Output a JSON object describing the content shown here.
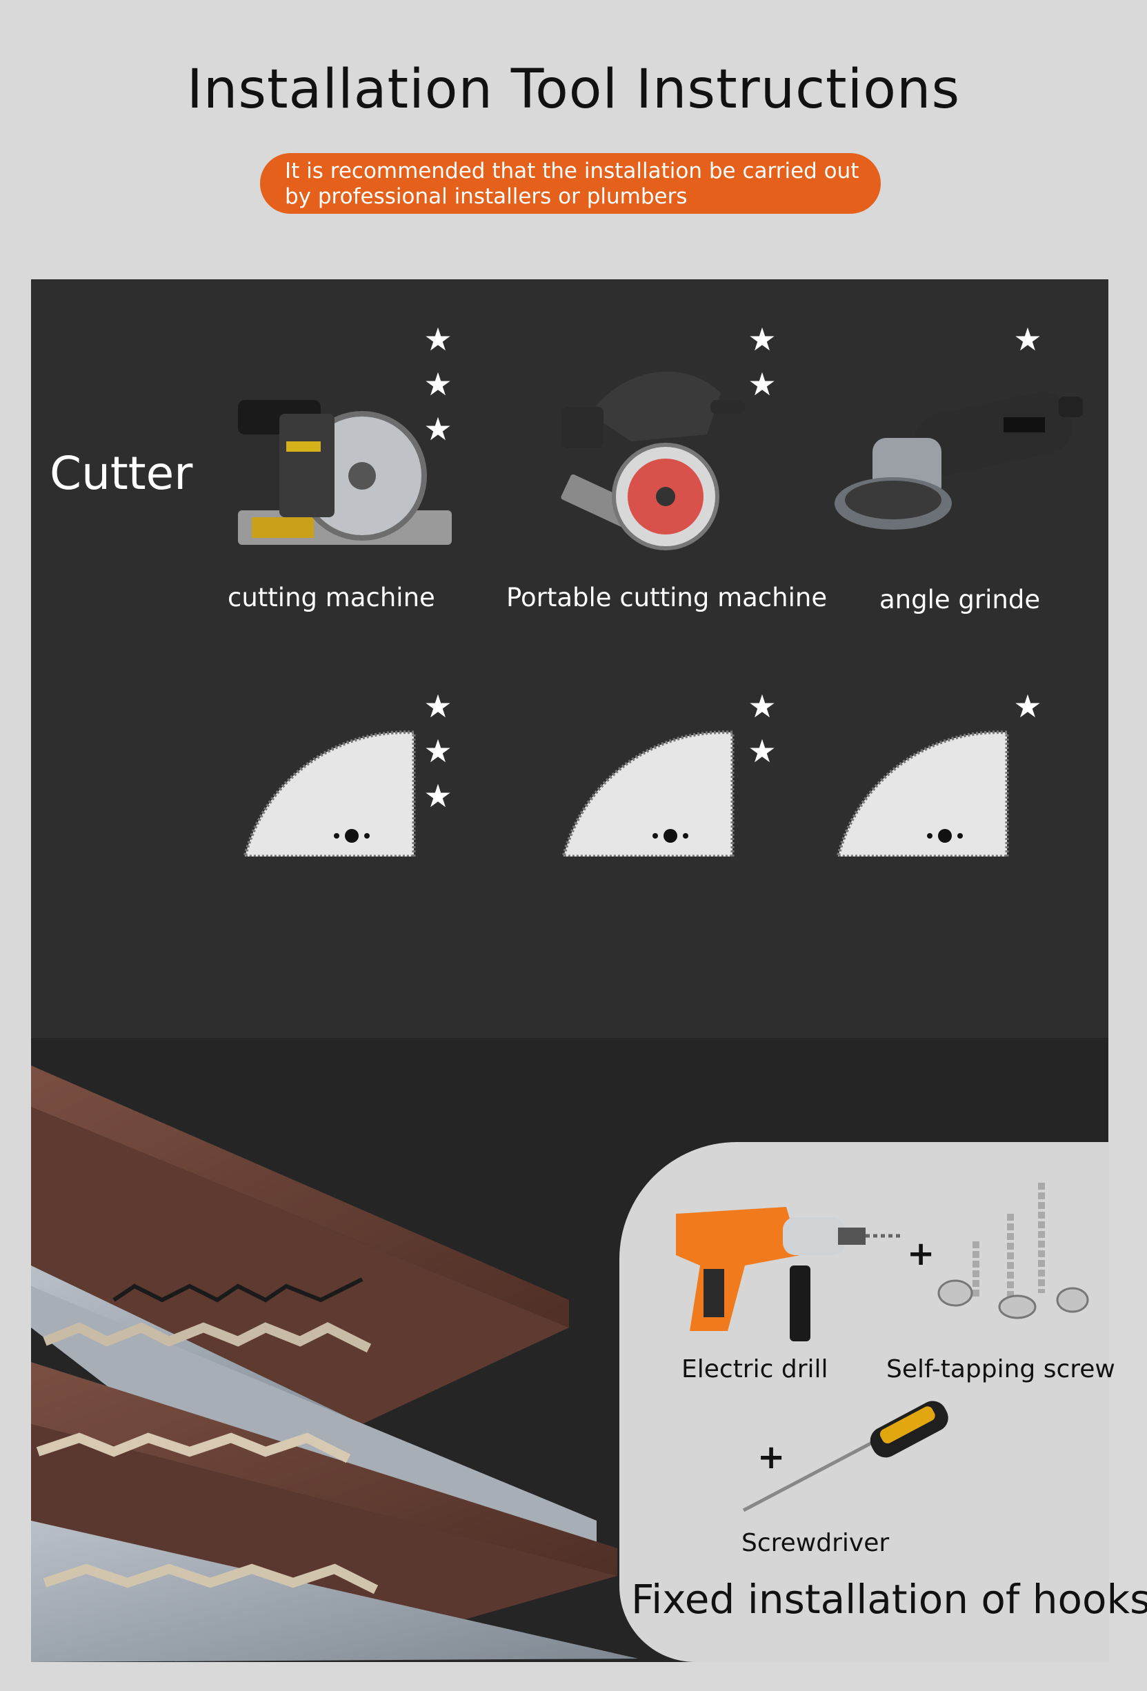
{
  "header": {
    "title": "Installation Tool Instructions",
    "notice_line1": "It is recommended that the installation be carried out",
    "notice_line2": "by professional installers or plumbers"
  },
  "cutter_section": {
    "label": "Cutter",
    "tools": [
      {
        "name": "cutting machine",
        "rating": 3,
        "icon": "miter-saw-icon"
      },
      {
        "name": "Portable cutting machine",
        "rating": 2,
        "icon": "circular-saw-icon"
      },
      {
        "name": "angle grinde",
        "rating": 1,
        "icon": "angle-grinder-icon"
      }
    ],
    "blades": [
      {
        "rating": 3,
        "icon": "saw-blade-icon"
      },
      {
        "rating": 2,
        "icon": "saw-blade-icon"
      },
      {
        "rating": 1,
        "icon": "saw-blade-icon"
      }
    ]
  },
  "hooks_section": {
    "title": "Fixed installation of hooks",
    "items": [
      {
        "name": "Electric drill",
        "icon": "electric-drill-icon"
      },
      {
        "name": "Self-tapping screw",
        "icon": "screw-icon"
      },
      {
        "name": "Screwdriver",
        "icon": "screwdriver-icon"
      }
    ],
    "plus_symbol": "+"
  },
  "colors": {
    "accent": "#e5601a",
    "panel": "#2b2b2b",
    "background": "#d9d9d9",
    "panel_brown": "#6b4438",
    "panel_grey": "#9aa3ad"
  }
}
